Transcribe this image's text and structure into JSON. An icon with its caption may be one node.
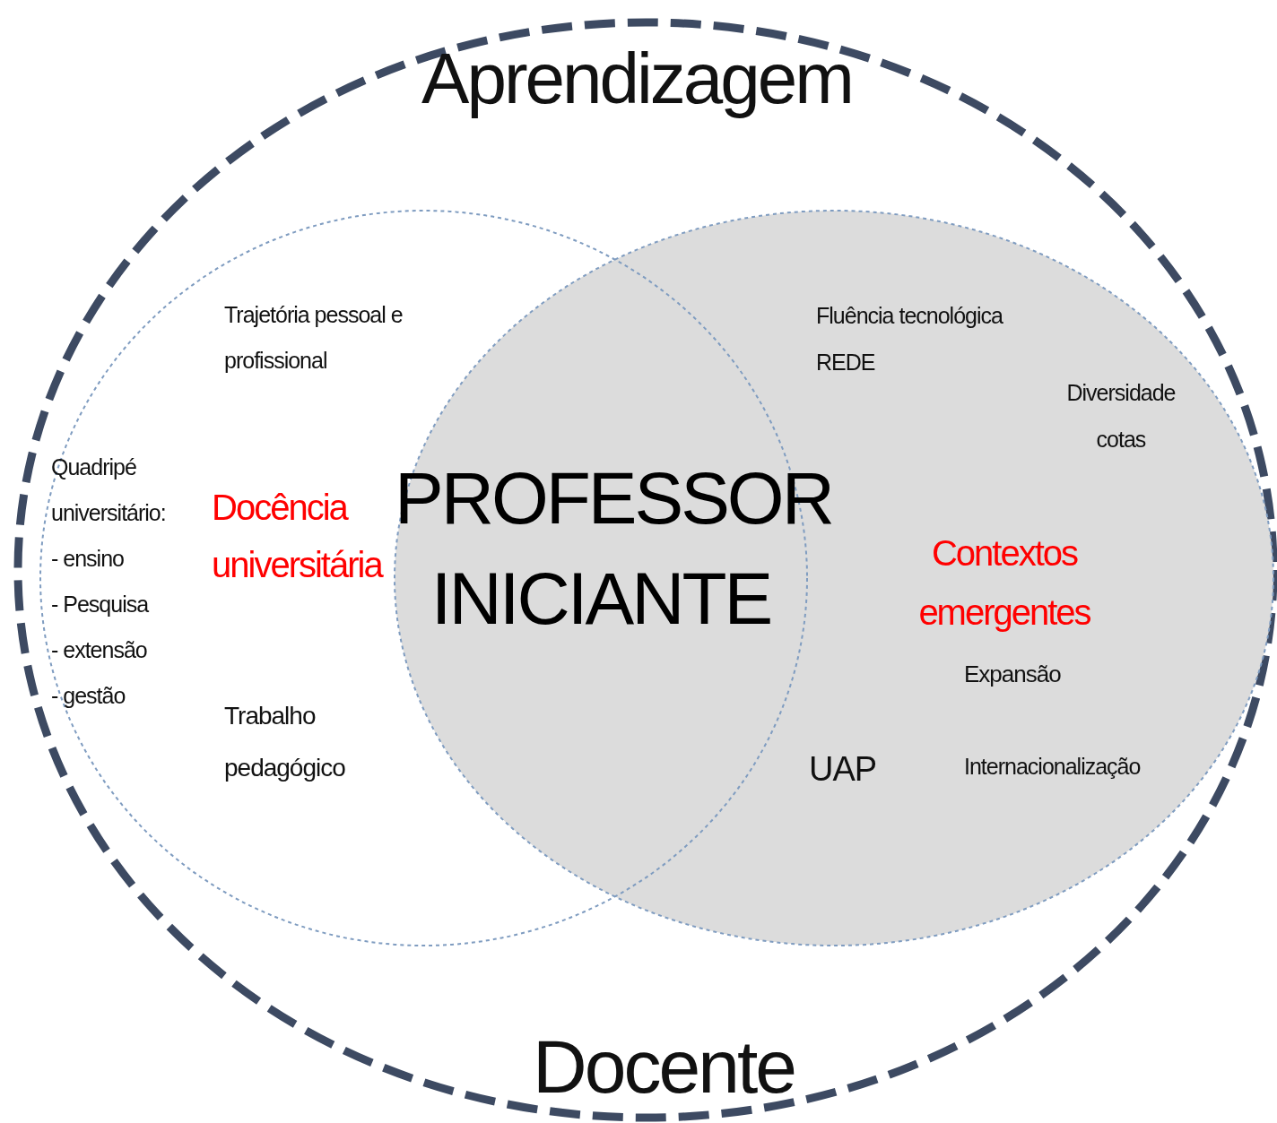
{
  "diagram": {
    "nodes": [
      {
        "text": [
          "Aprendizagem",
          "Docente"
        ]
      },
      {
        "text": [
          "Trajetória pessoal e profissional",
          "Quadripé universitário:",
          "- ensino",
          "- Pesquisa",
          "- extensão",
          "- gestão",
          "Docência universitária",
          "Trabalho pedagógico"
        ],
        "in": 0
      },
      {
        "text": [
          "Fluência tecnológica REDE",
          "Diversidade cotas",
          "Contextos emergentes",
          "Expansão",
          "UAP",
          "Internacionalização"
        ],
        "in": 0
      }
    ],
    "labels": [
      "PROFESSOR INICIANTE"
    ]
  }
}
